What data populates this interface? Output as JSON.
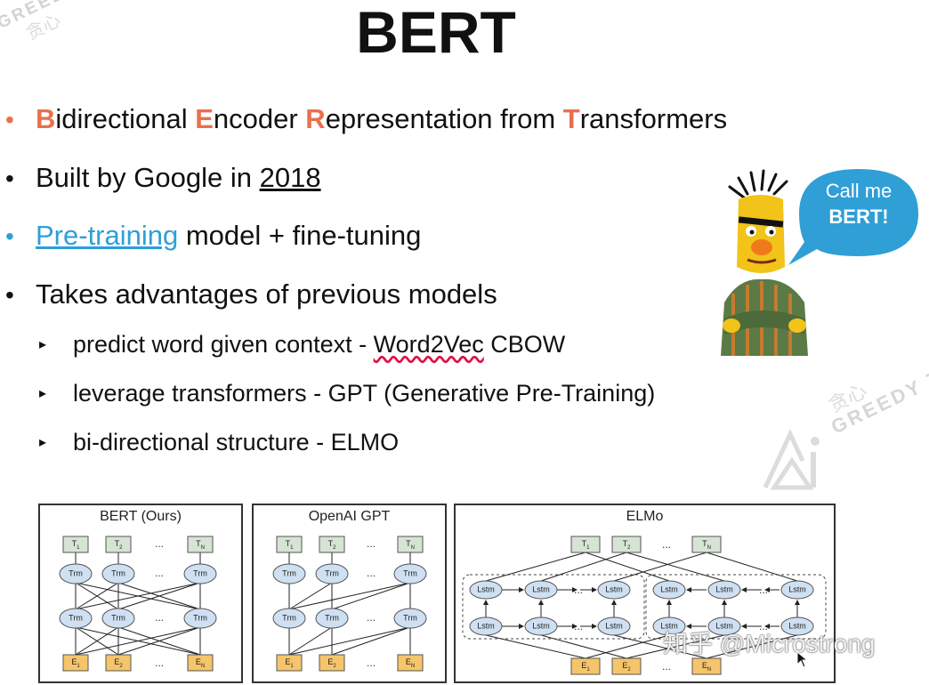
{
  "title": "BERT",
  "watermarks": {
    "brand": "GREEDY TECHNOLOGY",
    "brand_cn": "贪心",
    "brand_br": "GREEDY TE"
  },
  "bullets": [
    {
      "parts": [
        {
          "text": "B",
          "style": "hl"
        },
        {
          "text": "idirectional ",
          "style": ""
        },
        {
          "text": "E",
          "style": "hl"
        },
        {
          "text": "ncoder ",
          "style": ""
        },
        {
          "text": "R",
          "style": "hl"
        },
        {
          "text": "epresentation from ",
          "style": ""
        },
        {
          "text": "T",
          "style": "hl"
        },
        {
          "text": "ransformers",
          "style": ""
        }
      ]
    },
    {
      "prefix": "Built by Google in ",
      "year": "2018"
    },
    {
      "link": "Pre-training",
      "rest": " model + fine-tuning"
    },
    {
      "text": "Takes advantages of previous models"
    }
  ],
  "sub_bullets": [
    {
      "prefix": "predict word given context - ",
      "marked": "Word2Vec",
      "suffix": " CBOW"
    },
    {
      "text": "leverage transformers - GPT (Generative Pre-Training)"
    },
    {
      "text": "bi-directional structure - ELMO"
    }
  ],
  "speech_bubble": {
    "line1": "Call me",
    "line2": "BERT!"
  },
  "panels": {
    "bert": {
      "title": "BERT (Ours)"
    },
    "gpt": {
      "title": "OpenAI GPT"
    },
    "elmo": {
      "title": "ELMo"
    }
  },
  "node_labels": {
    "t": [
      "T",
      "1",
      "2",
      "N"
    ],
    "e": [
      "E",
      "1",
      "2",
      "N"
    ],
    "trm": "Trm",
    "lstm": "Lstm",
    "dots": "..."
  },
  "credit": "知乎 @Microstrong",
  "colors": {
    "accent_orange": "#e8704d",
    "accent_blue": "#2f9fd6",
    "bubble": "#2f9fd6"
  }
}
